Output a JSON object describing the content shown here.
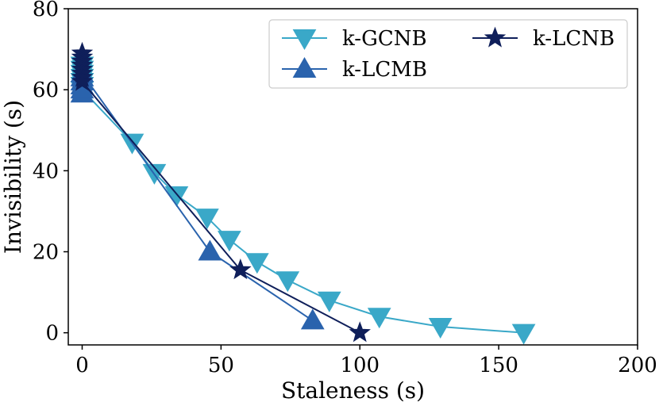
{
  "chart_data": {
    "type": "line",
    "xlabel": "Staleness (s)",
    "ylabel": "Invisibility (s)",
    "xlim": [
      -5,
      200
    ],
    "ylim": [
      -3,
      80
    ],
    "xticks": [
      0,
      50,
      100,
      150,
      200
    ],
    "yticks": [
      0,
      20,
      40,
      60,
      80
    ],
    "grid": false,
    "legend": "top-right",
    "series": [
      {
        "name": "k-GCNB",
        "color": "#3aa8c8",
        "marker": "triangle-down",
        "points": [
          [
            0,
            66
          ],
          [
            0,
            65
          ],
          [
            0,
            64
          ],
          [
            0,
            63
          ],
          [
            0,
            62
          ],
          [
            0,
            61
          ],
          [
            0,
            60
          ],
          [
            18,
            47
          ],
          [
            26,
            39.5
          ],
          [
            34,
            34
          ],
          [
            45,
            28.5
          ],
          [
            53,
            23
          ],
          [
            63,
            17.5
          ],
          [
            74,
            13
          ],
          [
            89,
            8
          ],
          [
            107,
            4
          ],
          [
            129,
            1.5
          ],
          [
            159,
            0
          ]
        ]
      },
      {
        "name": "k-LCMB",
        "color": "#2a63ad",
        "marker": "triangle-up",
        "points": [
          [
            0,
            59
          ],
          [
            0,
            60
          ],
          [
            0,
            61
          ],
          [
            0,
            62
          ],
          [
            0,
            63
          ],
          [
            0,
            64
          ],
          [
            46,
            20
          ],
          [
            83,
            3
          ]
        ]
      },
      {
        "name": "k-LCNB",
        "color": "#0f1f5a",
        "marker": "star",
        "points": [
          [
            0,
            69
          ],
          [
            0,
            68
          ],
          [
            0,
            67
          ],
          [
            0,
            66
          ],
          [
            0,
            65
          ],
          [
            0,
            64
          ],
          [
            0,
            63
          ],
          [
            0,
            62
          ],
          [
            57,
            15.5
          ],
          [
            100,
            0
          ]
        ]
      }
    ]
  }
}
